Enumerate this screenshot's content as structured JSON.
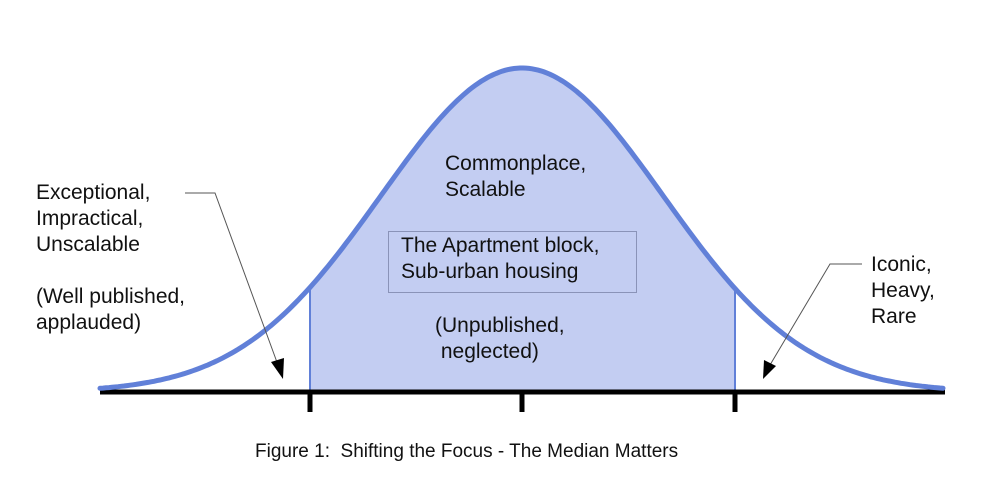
{
  "colors": {
    "curve": "#6180d8",
    "fill": "#c3cdf2",
    "axis": "#000000"
  },
  "labels": {
    "left": [
      "Exceptional,",
      "Impractical,",
      "Unscalable",
      "",
      "(Well published,",
      "applauded)"
    ],
    "center_top": [
      "Commonplace,",
      "Scalable"
    ],
    "center_box": [
      "The Apartment block,",
      "Sub-urban housing"
    ],
    "center_bottom": [
      "(Unpublished,",
      " neglected)"
    ],
    "right": [
      "Iconic,",
      "Heavy,",
      "Rare"
    ]
  },
  "caption": "Figure 1:  Shifting the Focus - The Median Matters"
}
